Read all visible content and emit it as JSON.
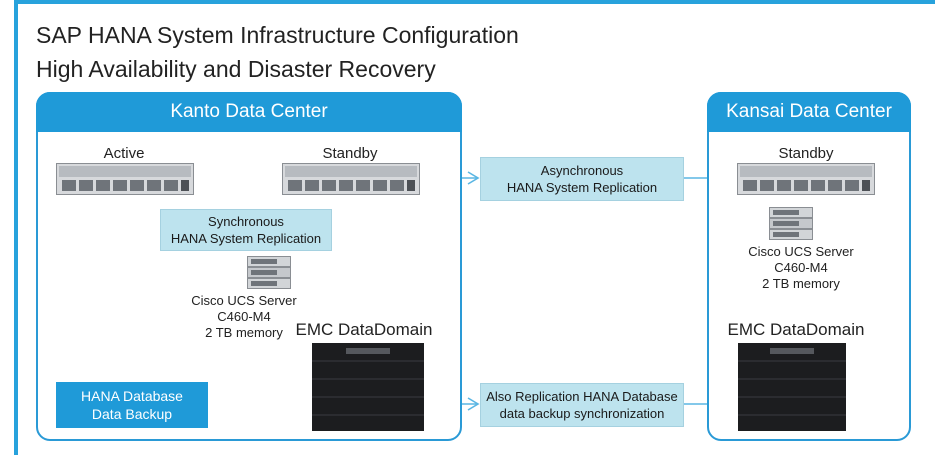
{
  "title": {
    "line1": "SAP HANA System Infrastructure Configuration",
    "line2": "High Availability and Disaster Recovery"
  },
  "kanto": {
    "header": "Kanto Data Center",
    "active_label": "Active",
    "standby_label": "Standby",
    "sync_replication": "Synchronous\nHANA System Replication",
    "server_spec": "Cisco UCS Server\nC460-M4\n2 TB memory",
    "storage_label": "EMC DataDomain",
    "backup_label": "HANA Database\nData Backup"
  },
  "kansai": {
    "header": "Kansai Data Center",
    "standby_label": "Standby",
    "server_spec": "Cisco UCS Server\nC460-M4\n2 TB memory",
    "storage_label": "EMC DataDomain"
  },
  "links": {
    "async_replication": "Asynchronous\nHANA System Replication",
    "backup_sync": "Also Replication HANA Database\ndata backup synchronization"
  },
  "colors": {
    "accent_blue": "#1f9ad8",
    "replication_box": "#bde3ee",
    "connector": "#5ab6e3"
  }
}
